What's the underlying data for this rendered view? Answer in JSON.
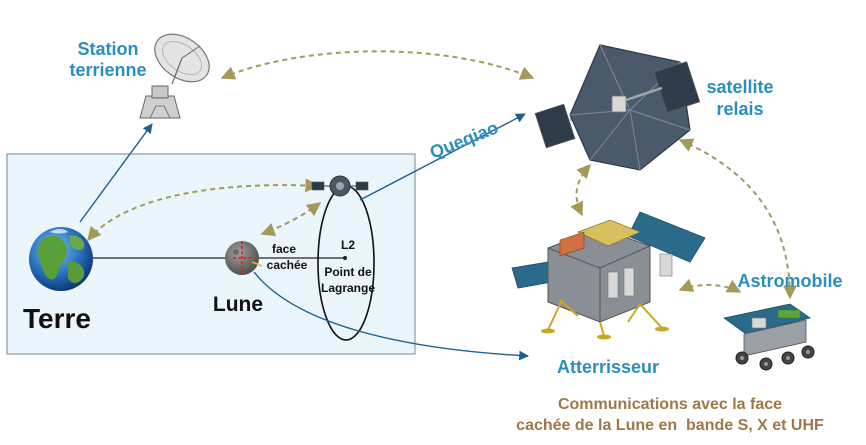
{
  "labels": {
    "ground_station": [
      "Station",
      "terrienne"
    ],
    "relay_satellite": [
      "satellite",
      "relais"
    ],
    "queqiao": "Queqiao",
    "earth": "Terre",
    "moon": "Lune",
    "far_side": [
      "face",
      "cachée"
    ],
    "l2": "L2",
    "lagrange": [
      "Point de",
      "Lagrange"
    ],
    "rover": "Astromobile",
    "lander": "Atterrisseur",
    "caption": [
      "Communications avec la face",
      "cachée de la Lune en  bande S, X et UHF"
    ]
  },
  "colors": {
    "blue_label": "#2a8ec0",
    "link_blue": "#1f5f8f",
    "dashed_olive": "#a39a5a",
    "caption_brown": "#a07848",
    "panel_bg": "#eaf6fb"
  }
}
